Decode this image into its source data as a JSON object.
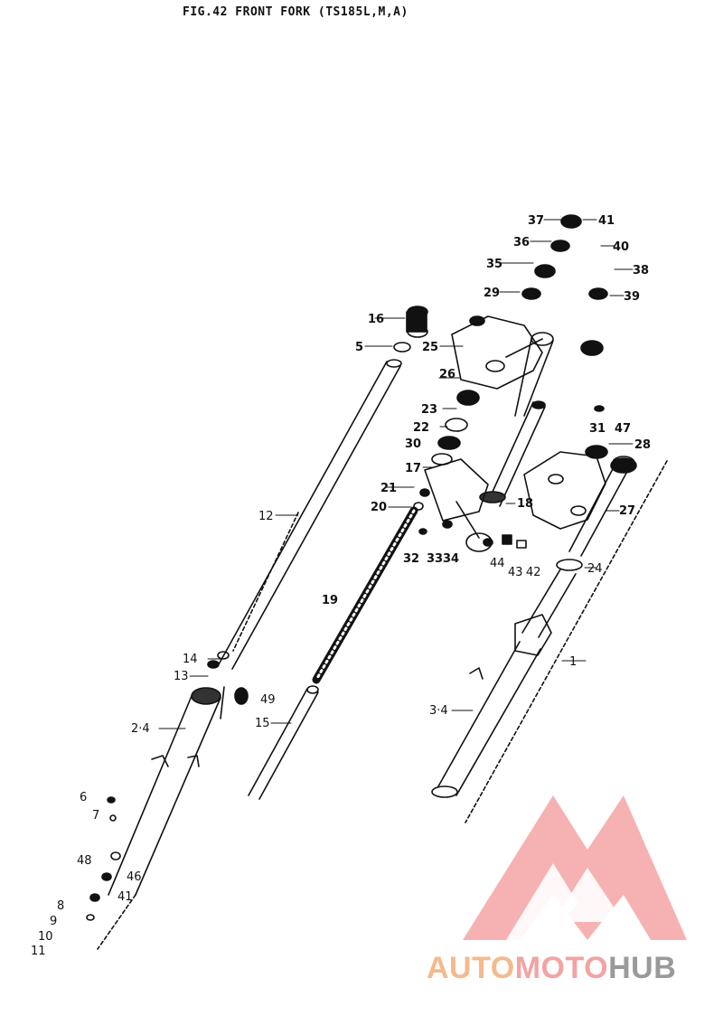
{
  "figure": {
    "title": "FIG.42  FRONT FORK (TS185L,M,A)"
  },
  "callouts": [
    {
      "id": "c1",
      "text": "1"
    },
    {
      "id": "c3-4",
      "text": "3·4"
    },
    {
      "id": "c2-4",
      "text": "2·4"
    },
    {
      "id": "c5",
      "text": "5"
    },
    {
      "id": "c6",
      "text": "6"
    },
    {
      "id": "c7",
      "text": "7"
    },
    {
      "id": "c8",
      "text": "8"
    },
    {
      "id": "c9",
      "text": "9"
    },
    {
      "id": "c10",
      "text": "10"
    },
    {
      "id": "c11",
      "text": "11"
    },
    {
      "id": "c12",
      "text": "12"
    },
    {
      "id": "c13",
      "text": "13"
    },
    {
      "id": "c14",
      "text": "14"
    },
    {
      "id": "c15",
      "text": "15"
    },
    {
      "id": "c16",
      "text": "16"
    },
    {
      "id": "c17",
      "text": "17"
    },
    {
      "id": "c18",
      "text": "18"
    },
    {
      "id": "c19",
      "text": "19"
    },
    {
      "id": "c20",
      "text": "20"
    },
    {
      "id": "c21",
      "text": "21"
    },
    {
      "id": "c22",
      "text": "22"
    },
    {
      "id": "c23",
      "text": "23"
    },
    {
      "id": "c24",
      "text": "24"
    },
    {
      "id": "c25",
      "text": "25"
    },
    {
      "id": "c26",
      "text": "26"
    },
    {
      "id": "c27",
      "text": "27"
    },
    {
      "id": "c28",
      "text": "28"
    },
    {
      "id": "c29",
      "text": "29"
    },
    {
      "id": "c30",
      "text": "30"
    },
    {
      "id": "c31",
      "text": "31"
    },
    {
      "id": "c32",
      "text": "32"
    },
    {
      "id": "c33",
      "text": "33"
    },
    {
      "id": "c34",
      "text": "34"
    },
    {
      "id": "c35",
      "text": "35"
    },
    {
      "id": "c36",
      "text": "36"
    },
    {
      "id": "c37",
      "text": "37"
    },
    {
      "id": "c38",
      "text": "38"
    },
    {
      "id": "c39",
      "text": "39"
    },
    {
      "id": "c40",
      "text": "40"
    },
    {
      "id": "c41",
      "text": "41"
    },
    {
      "id": "c41b",
      "text": "41"
    },
    {
      "id": "c42",
      "text": "42"
    },
    {
      "id": "c43",
      "text": "43"
    },
    {
      "id": "c44",
      "text": "44"
    },
    {
      "id": "c46",
      "text": "46"
    },
    {
      "id": "c47",
      "text": "47"
    },
    {
      "id": "c48",
      "text": "48"
    },
    {
      "id": "c49",
      "text": "49"
    }
  ],
  "watermark": {
    "part1": "AUTO",
    "part2": "MOTO",
    "part3": "HUB",
    "colors": {
      "orange": "#f5b98c",
      "pink": "#f3a3a3",
      "gray": "#9a9a9a"
    }
  }
}
